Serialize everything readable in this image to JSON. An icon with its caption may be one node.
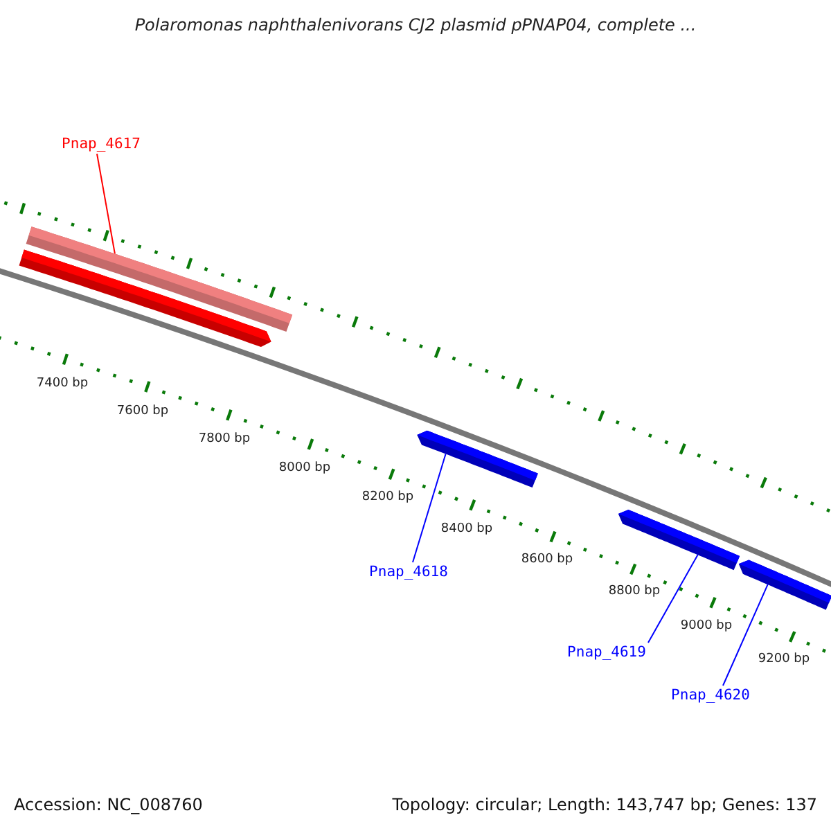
{
  "diagram": {
    "title": "Polaromonas naphthalenivorans CJ2 plasmid pPNAP04, complete ...",
    "nodes": [
      {
        "text": [
          "Pnap_4617"
        ]
      },
      {
        "text": [],
        "shape": "bar"
      },
      {
        "text": [],
        "shape": "arrow"
      },
      {
        "text": [],
        "shape": "arrow"
      },
      {
        "text": [
          "Pnap_4618"
        ]
      },
      {
        "text": [],
        "shape": "arrow"
      },
      {
        "text": [],
        "shape": "arrow"
      },
      {
        "text": [
          "Pnap_4619"
        ]
      },
      {
        "text": [
          "Pnap_4620"
        ]
      }
    ],
    "edges": [
      {
        "from": 0,
        "to": 1,
        "arrow": "none",
        "color": "#ff0000"
      },
      {
        "from": 4,
        "to": 3,
        "arrow": "none"
      },
      {
        "from": 7,
        "to": 5,
        "arrow": "none"
      },
      {
        "from": 8,
        "to": 6,
        "arrow": "none"
      }
    ],
    "labels": [
      "7400 bp",
      "7600 bp",
      "7800 bp",
      "8000 bp",
      "8200 bp",
      "8400 bp",
      "8600 bp",
      "8800 bp",
      "9000 bp",
      "9200 bp",
      "Accession: NC_008760",
      "Topology: circular; Length: 143,747 bp; Genes: 137"
    ]
  }
}
